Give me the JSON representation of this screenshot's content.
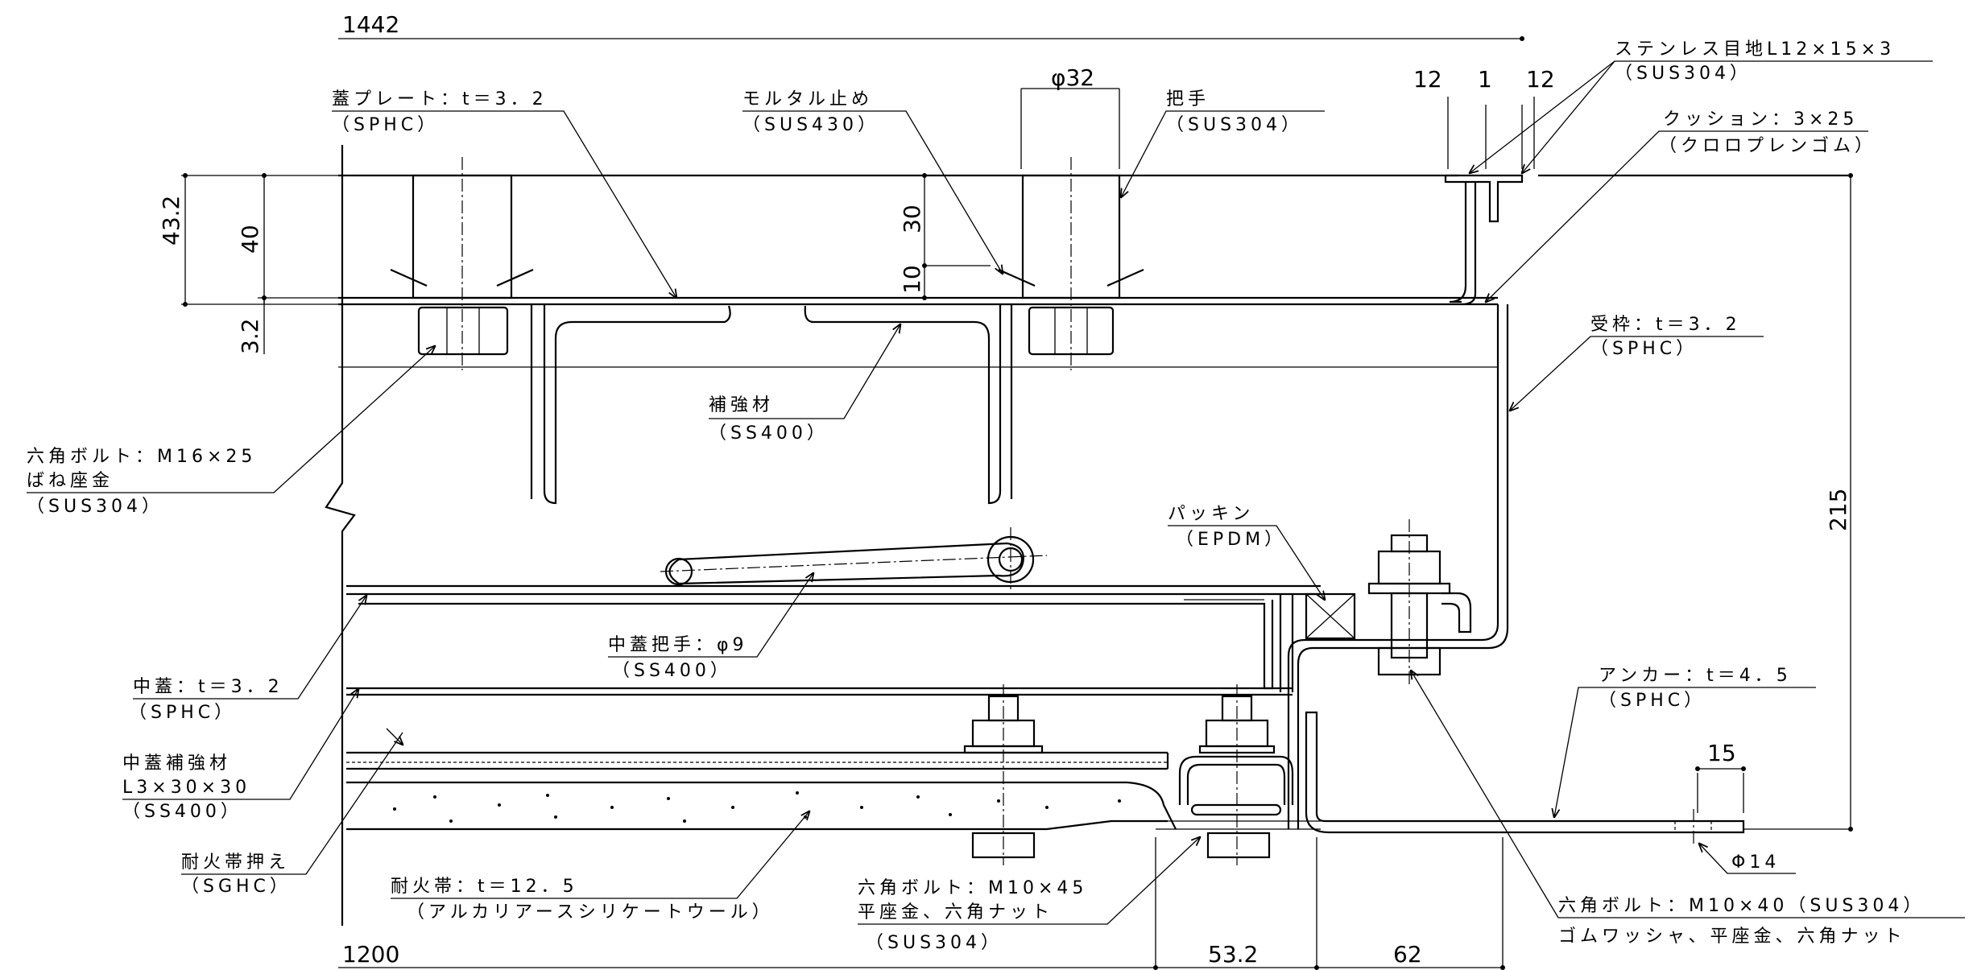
{
  "dimensions": {
    "top_width": "1442",
    "bottom_width": "1200",
    "handle_dia": "φ32",
    "joint_12a": "12",
    "joint_1": "1",
    "joint_12b": "12",
    "h_43_2": "43.2",
    "h_40": "40",
    "h_3_2": "3.2",
    "h_30": "30",
    "h_10": "10",
    "h_215": "215",
    "anchor_15": "15",
    "w_53_2": "53.2",
    "w_62": "62"
  },
  "labels": {
    "cover_plate": "蓋プレート：t＝3．2",
    "cover_plate_mat": "（SPHC）",
    "mortar_stop": "モルタル止め",
    "mortar_stop_mat": "（SUS430）",
    "handle": "把手",
    "handle_mat": "（SUS304）",
    "joint": "ステンレス目地L12×15×3",
    "joint_mat": "（SUS304）",
    "cushion": "クッション：3×25",
    "cushion_mat": "（クロロプレンゴム）",
    "frame": "受枠：t＝3．2",
    "frame_mat": "（SPHC）",
    "hex_bolt_m16_1": "六角ボルト：M16×25",
    "hex_bolt_m16_2": "ばね座金",
    "hex_bolt_m16_mat": "（SUS304）",
    "stiffener": "補強材",
    "stiffener_mat": "（SS400）",
    "packing": "パッキン",
    "packing_mat": "（EPDM）",
    "inner_handle": "中蓋把手：φ9",
    "inner_handle_mat": "（SS400）",
    "inner_cover": "中蓋：t＝3．2",
    "inner_cover_mat": "（SPHC）",
    "inner_stiffener_1": "中蓋補強材",
    "inner_stiffener_2": "L3×30×30",
    "inner_stiffener_mat": "（SS400）",
    "fire_band_holder": "耐火帯押え",
    "fire_band_holder_mat": "（SGHC）",
    "fire_band": "耐火帯：t＝12．5",
    "fire_band_mat": "（アルカリアースシリケートウール）",
    "hex_bolt_m10_45_1": "六角ボルト：M10×45",
    "hex_bolt_m10_45_2": "平座金、六角ナット",
    "hex_bolt_m10_45_mat": "（SUS304）",
    "anchor": "アンカー：t＝4．5",
    "anchor_mat": "（SPHC）",
    "anchor_hole": "Φ14",
    "hex_bolt_m10_40_1": "六角ボルト：M10×40（SUS304）",
    "hex_bolt_m10_40_2": "ゴムワッシャ、平座金、六角ナット"
  }
}
